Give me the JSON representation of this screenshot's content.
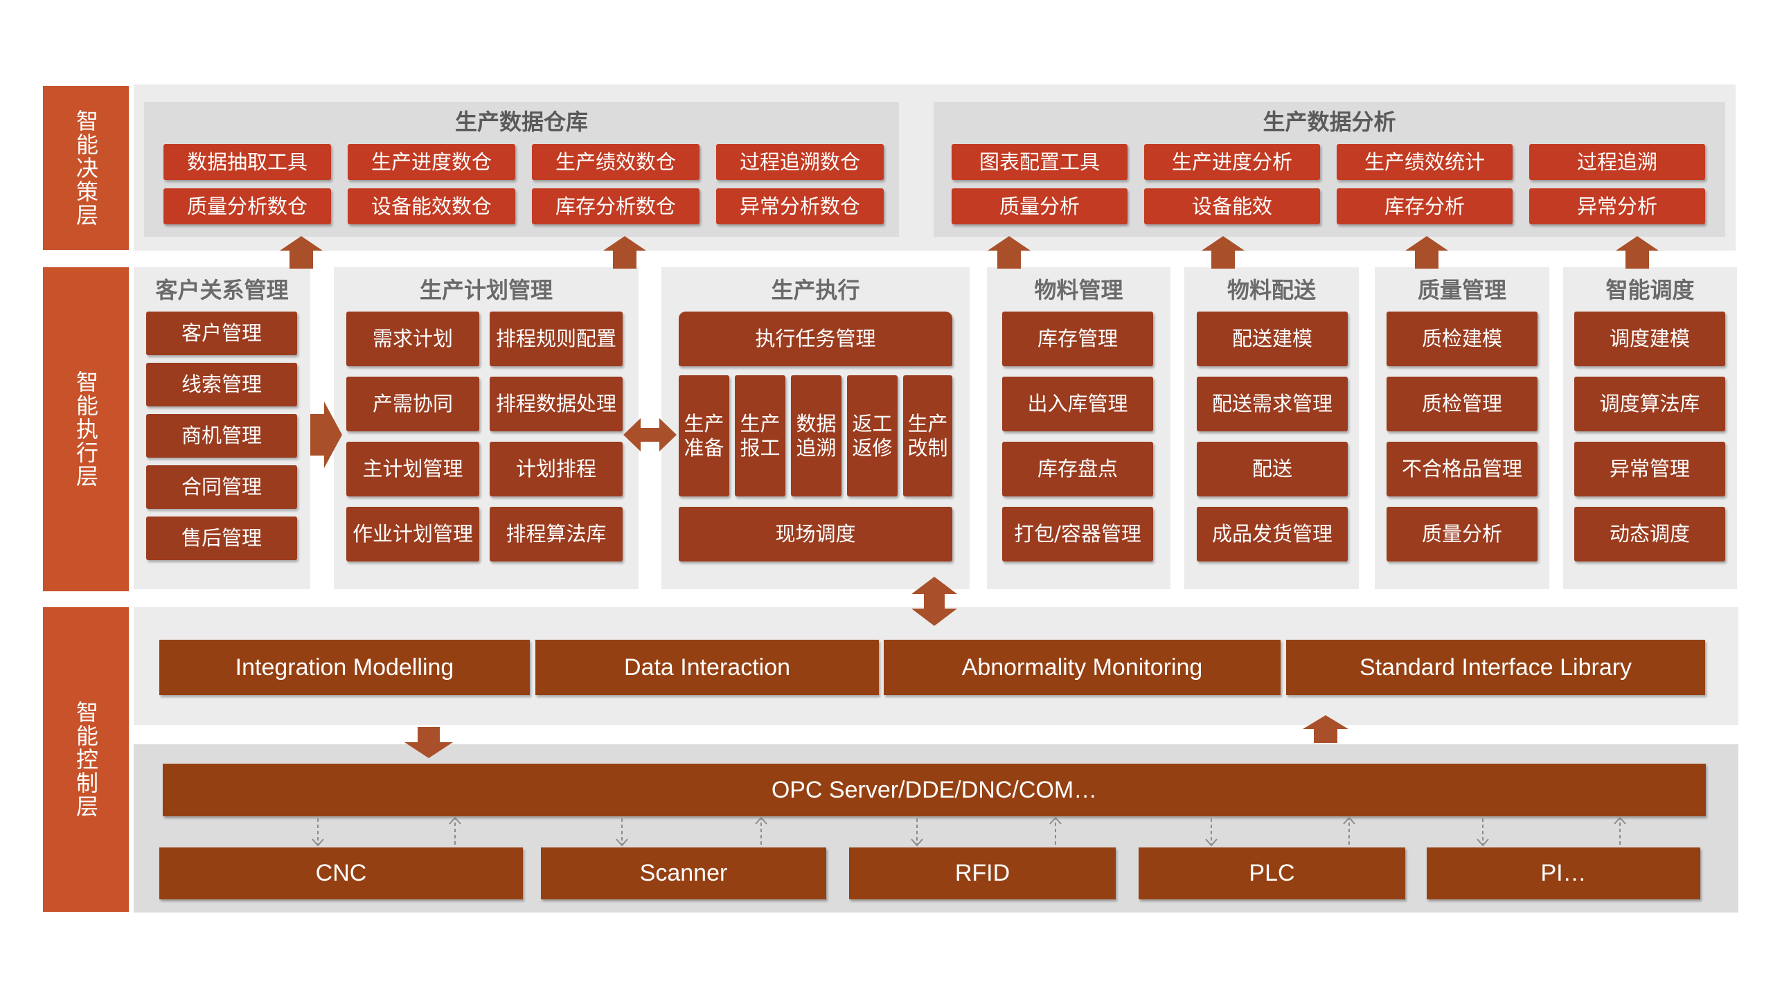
{
  "layers": {
    "decision": "智能决策层",
    "execution": "智能执行层",
    "control": "智能控制层"
  },
  "warehouse": {
    "title": "生产数据仓库",
    "items": [
      "数据抽取工具",
      "生产进度数仓",
      "生产绩效数仓",
      "过程追溯数仓",
      "质量分析数仓",
      "设备能效数仓",
      "库存分析数仓",
      "异常分析数仓"
    ]
  },
  "analysis": {
    "title": "生产数据分析",
    "items": [
      "图表配置工具",
      "生产进度分析",
      "生产绩效统计",
      "过程追溯",
      "质量分析",
      "设备能效",
      "库存分析",
      "异常分析"
    ]
  },
  "crm": {
    "title": "客户关系管理",
    "items": [
      "客户管理",
      "线索管理",
      "商机管理",
      "合同管理",
      "售后管理"
    ]
  },
  "planning": {
    "title": "生产计划管理",
    "items": [
      "需求计划",
      "排程规则配置",
      "产需协同",
      "排程数据处理",
      "主计划管理",
      "计划排程",
      "作业计划管理",
      "排程算法库"
    ]
  },
  "execution": {
    "title": "生产执行",
    "task": "执行任务管理",
    "cols": [
      [
        "生产",
        "准备"
      ],
      [
        "生产",
        "报工"
      ],
      [
        "数据",
        "追溯"
      ],
      [
        "返工",
        "返修"
      ],
      [
        "生产",
        "改制"
      ]
    ],
    "scene": "现场调度"
  },
  "material": {
    "title": "物料管理",
    "items": [
      "库存管理",
      "出入库管理",
      "库存盘点",
      "打包/容器管理"
    ]
  },
  "delivery": {
    "title": "物料配送",
    "items": [
      "配送建模",
      "配送需求管理",
      "配送",
      "成品发货管理"
    ]
  },
  "quality": {
    "title": "质量管理",
    "items": [
      "质检建模",
      "质检管理",
      "不合格品管理",
      "质量分析"
    ]
  },
  "dispatch": {
    "title": "智能调度",
    "items": [
      "调度建模",
      "调度算法库",
      "异常管理",
      "动态调度"
    ]
  },
  "integration": {
    "items": [
      "Integration Modelling",
      "Data Interaction",
      "Abnormality Monitoring",
      "Standard Interface Library"
    ]
  },
  "opc": "OPC Server/DDE/DNC/COM…",
  "devices": [
    "CNC",
    "Scanner",
    "RFID",
    "PLC",
    "PI…"
  ],
  "colors": {
    "layer_label": "#c8522a",
    "box_dark": "#9b3c1f",
    "box_red": "#c23b22",
    "box_brown": "#954012",
    "arrow": "#a9502a",
    "panel": "#ececec",
    "subpanel": "#dcdcdc"
  }
}
